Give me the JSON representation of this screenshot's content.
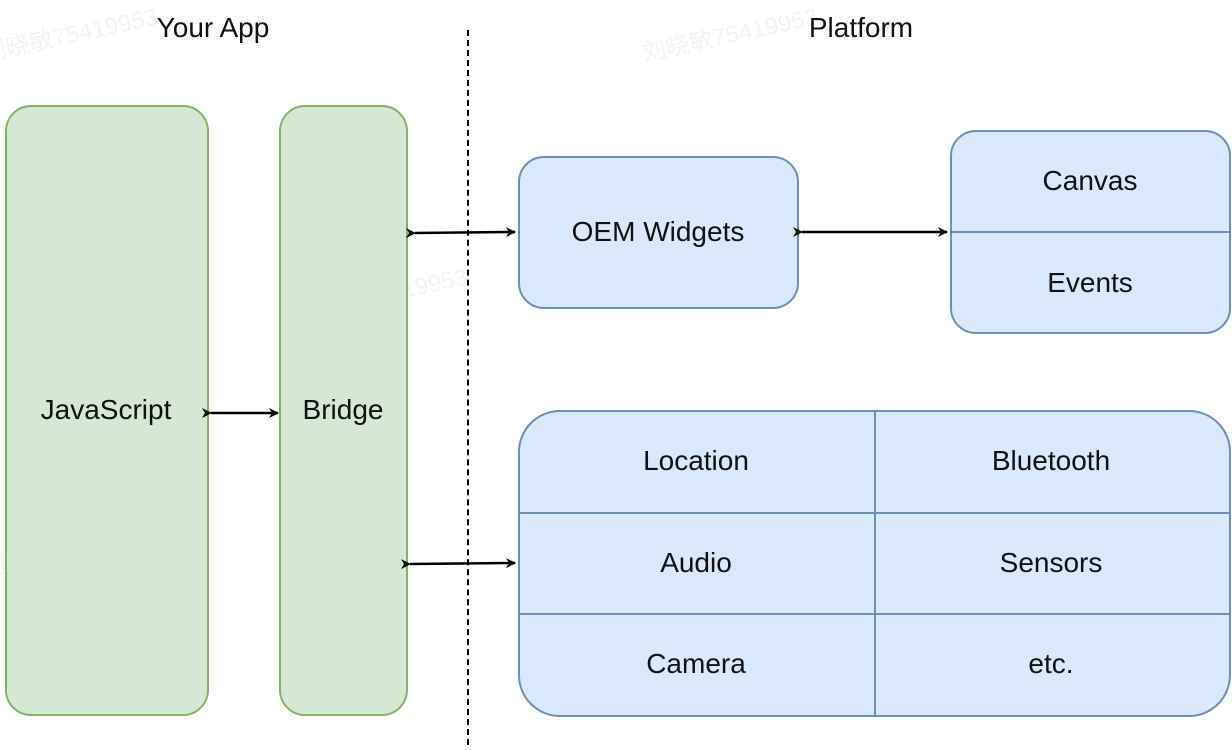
{
  "headings": {
    "left": "Your App",
    "right": "Platform"
  },
  "app": {
    "javascript": "JavaScript",
    "bridge": "Bridge"
  },
  "platform": {
    "oem_widgets": "OEM Widgets",
    "canvas": "Canvas",
    "events": "Events",
    "services": [
      [
        "Location",
        "Bluetooth"
      ],
      [
        "Audio",
        "Sensors"
      ],
      [
        "Camera",
        "etc."
      ]
    ]
  },
  "watermark": "刘晓敏75419953",
  "colors": {
    "app_fill": "#d5e8d4",
    "app_stroke": "#82b366",
    "platform_fill": "#dae8fc",
    "platform_stroke": "#6c8ebf"
  }
}
